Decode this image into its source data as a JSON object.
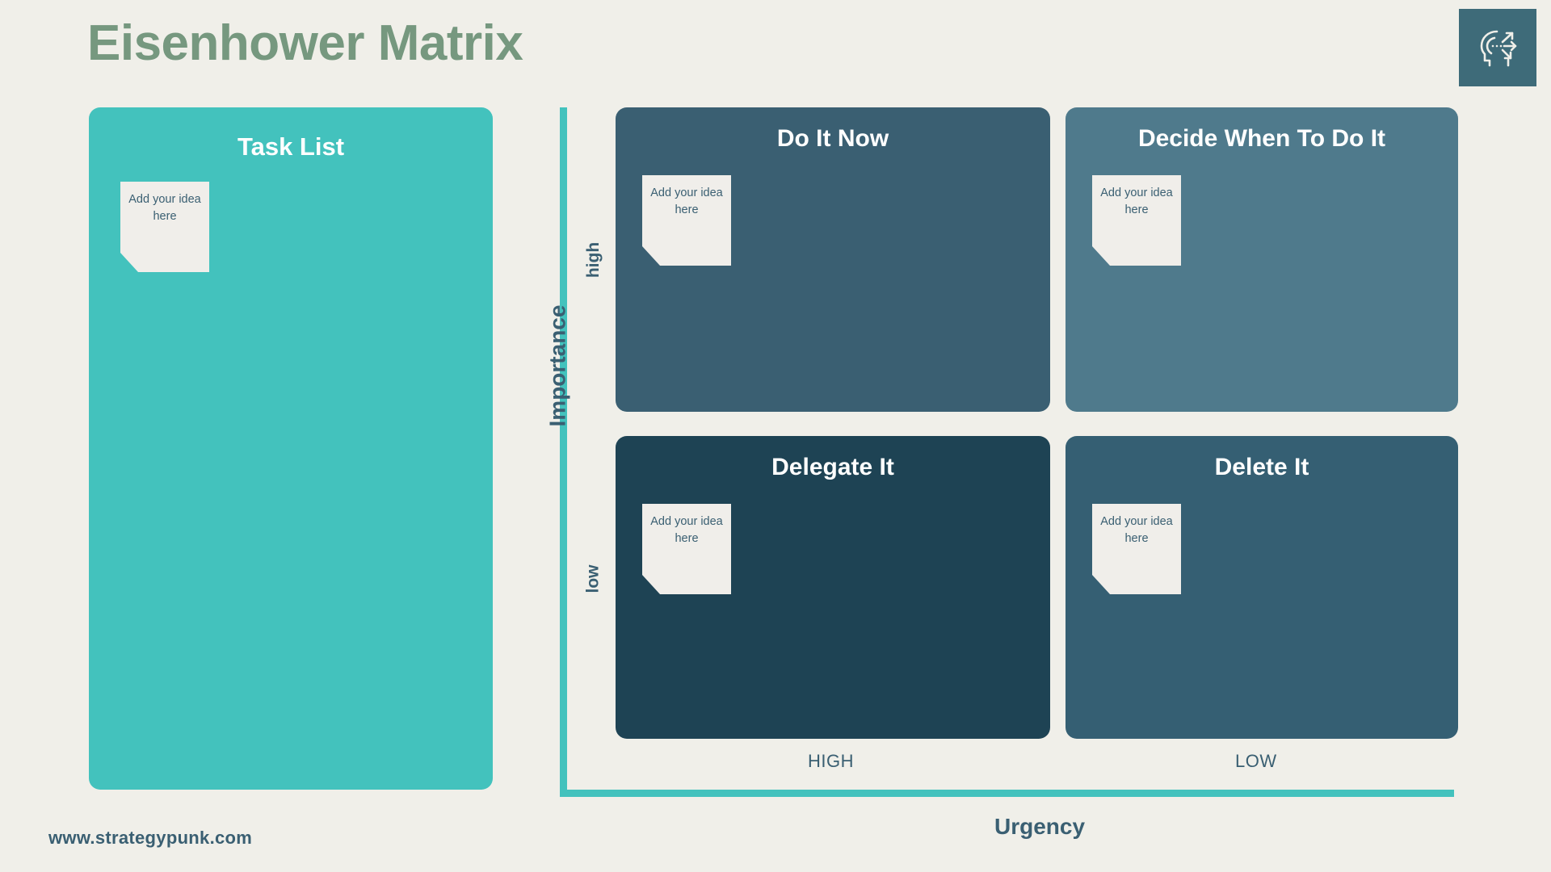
{
  "page": {
    "title": "Eisenhower Matrix",
    "background_color": "#f0efe9",
    "footer_url": "www.strategypunk.com"
  },
  "logo": {
    "icon": "head-strategy-arrows-icon",
    "background_color": "#3e6b79"
  },
  "task_list": {
    "title": "Task List",
    "background_color": "#43c2bd",
    "note": "Add your idea here"
  },
  "axes": {
    "vertical": {
      "label": "Importance",
      "color": "#43c2bd",
      "ticks": [
        "high",
        "low"
      ]
    },
    "horizontal": {
      "label": "Urgency",
      "color": "#43c2bd",
      "ticks": [
        "HIGH",
        "LOW"
      ]
    }
  },
  "quadrants": [
    {
      "id": "do-it-now",
      "title": "Do It Now",
      "note": "Add your idea here",
      "color": "#3a5f72",
      "urgency": "HIGH",
      "importance": "high"
    },
    {
      "id": "decide-when",
      "title": "Decide When To Do It",
      "note": "Add your idea here",
      "color": "#4f7a8c",
      "urgency": "LOW",
      "importance": "high"
    },
    {
      "id": "delegate-it",
      "title": "Delegate It",
      "note": "Add your idea here",
      "color": "#1e4354",
      "urgency": "HIGH",
      "importance": "low"
    },
    {
      "id": "delete-it",
      "title": "Delete It",
      "note": "Add your idea here",
      "color": "#355f73",
      "urgency": "LOW",
      "importance": "low"
    }
  ]
}
